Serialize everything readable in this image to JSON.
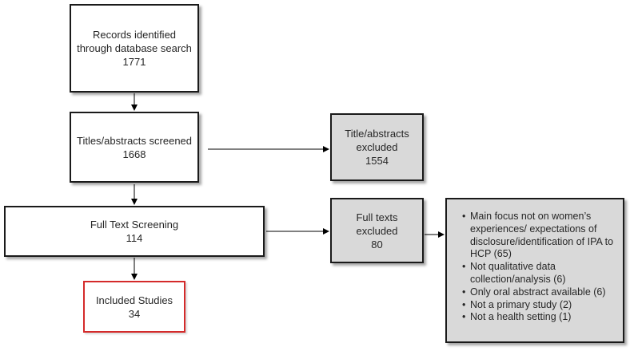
{
  "flow": {
    "records": {
      "line1": "Records identified",
      "line2": "through database search",
      "count": "1771"
    },
    "screened": {
      "line1": "Titles/abstracts screened",
      "count": "1668"
    },
    "fulltext": {
      "line1": "Full Text Screening",
      "count": "114"
    },
    "included": {
      "line1": "Included Studies",
      "count": "34"
    }
  },
  "excluded": {
    "titles": {
      "line1": "Title/abstracts",
      "line2": "excluded",
      "count": "1554"
    },
    "fulltexts": {
      "line1": "Full texts",
      "line2": "excluded",
      "count": "80"
    }
  },
  "reasons": {
    "bullet": "•",
    "items": [
      "Main focus not on women’s\nexperiences/ expectations of\ndisclosure/identification of IPA to\nHCP (65)",
      "Not qualitative data\ncollection/analysis (6)",
      "Only oral abstract available (6)",
      "Not a primary study (2)",
      "Not a health setting (1)"
    ]
  },
  "colors": {
    "box_border": "#1a1a1a",
    "excluded_fill": "#d9d9d9",
    "included_border": "#d42a2a",
    "arrow": "#000000"
  }
}
